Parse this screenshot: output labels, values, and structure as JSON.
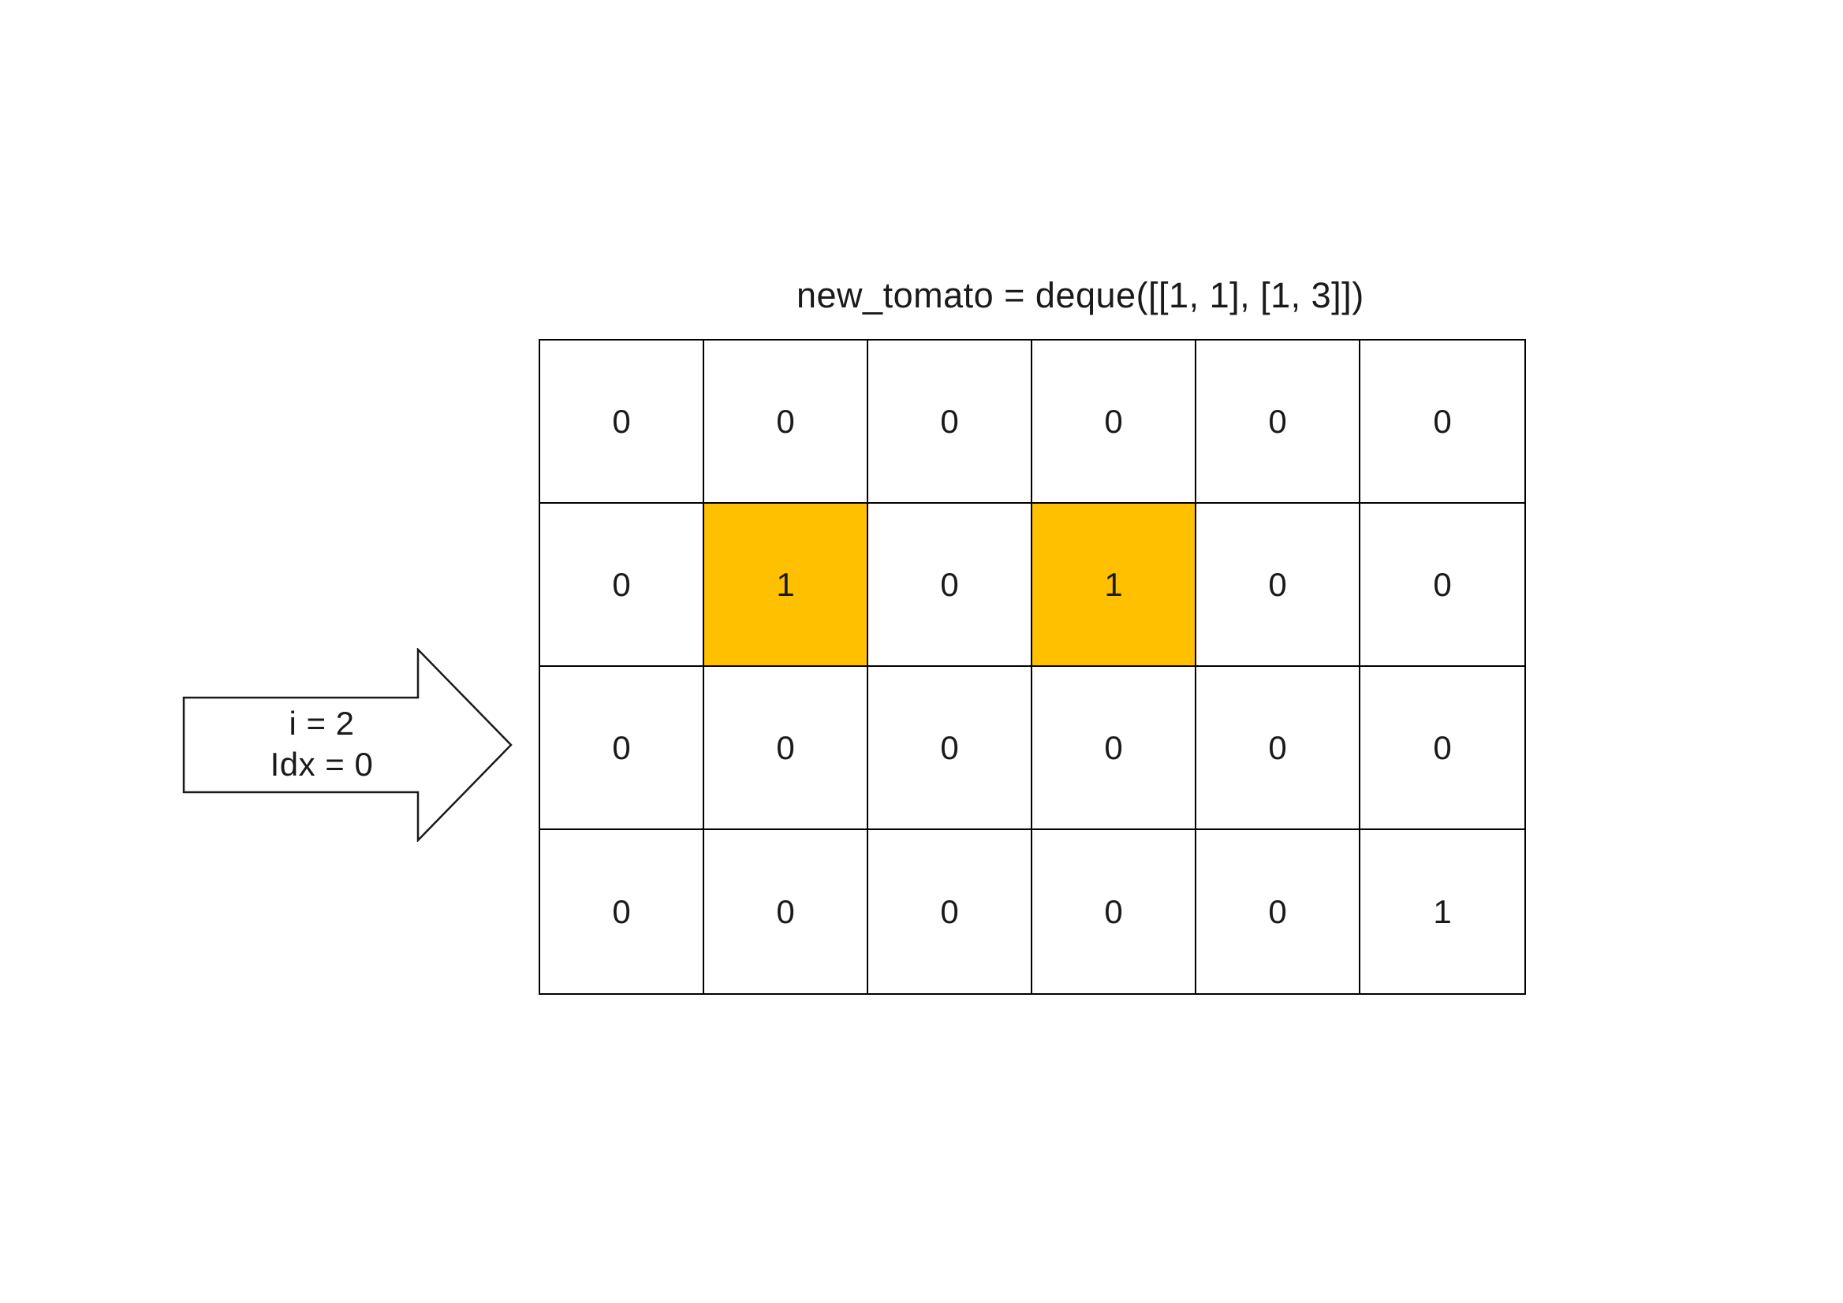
{
  "title": "new_tomato = deque([[1, 1], [1, 3]])",
  "arrow": {
    "line1": "i = 2",
    "line2": "Idx = 0"
  },
  "grid": {
    "rows": 4,
    "cols": 6,
    "values": [
      [
        0,
        0,
        0,
        0,
        0,
        0
      ],
      [
        0,
        1,
        0,
        1,
        0,
        0
      ],
      [
        0,
        0,
        0,
        0,
        0,
        0
      ],
      [
        0,
        0,
        0,
        0,
        0,
        1
      ]
    ],
    "highlighted_cells": [
      [
        1,
        1
      ],
      [
        1,
        3
      ]
    ]
  },
  "colors": {
    "highlight": "#FFC000",
    "grid_line": "#000000",
    "background": "#FFFFFF"
  }
}
